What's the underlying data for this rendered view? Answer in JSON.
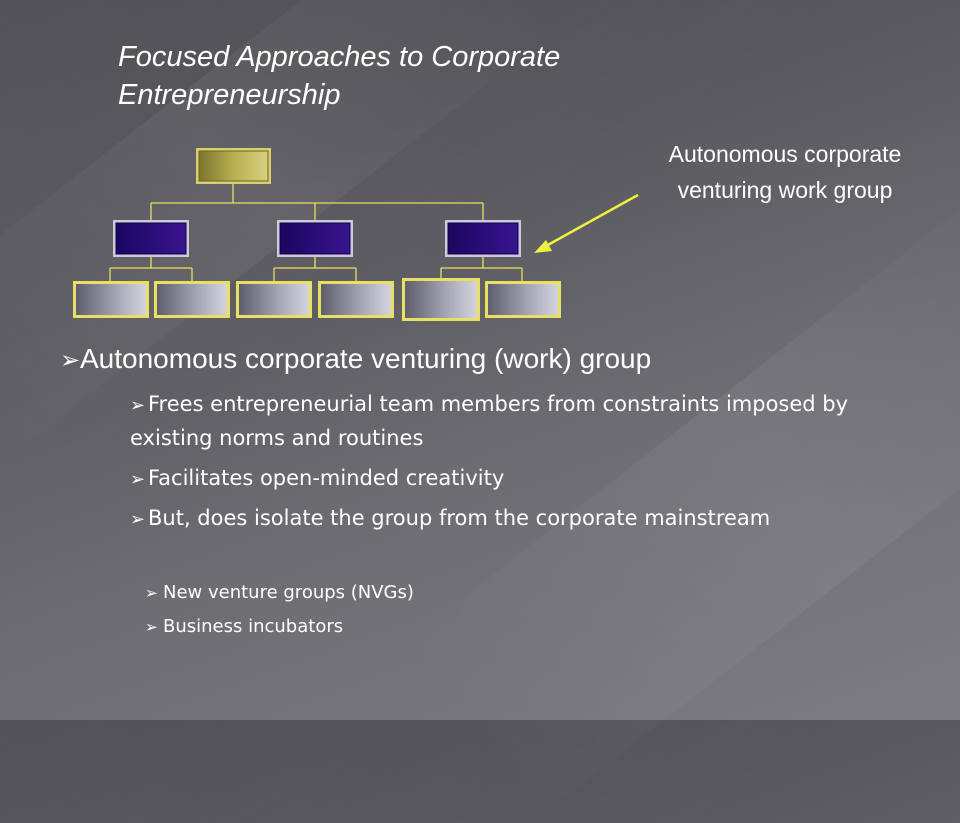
{
  "slide": {
    "title": "Focused Approaches to Corporate Entrepreneurship",
    "callout_text": "Autonomous corporate venturing work group",
    "bullet_marker": "➢",
    "bullets": {
      "level1": "Autonomous corporate venturing (work) group",
      "level2": [
        "Frees entrepreneurial team members from constraints imposed by existing norms and routines",
        "Facilitates open-minded creativity",
        "But, does isolate the group from the corporate mainstream"
      ],
      "level3": [
        "New venture groups (NVGs)",
        "Business incubators"
      ]
    }
  },
  "colors": {
    "connector": "#e8e060",
    "top_box": "#a8a040",
    "mid_box": "#2a0a7a",
    "bottom_box": "#9a9aa8",
    "arrow": "#f0f040"
  },
  "diagram": {
    "top_count": 1,
    "mid_count": 3,
    "bottom_count": 6
  }
}
